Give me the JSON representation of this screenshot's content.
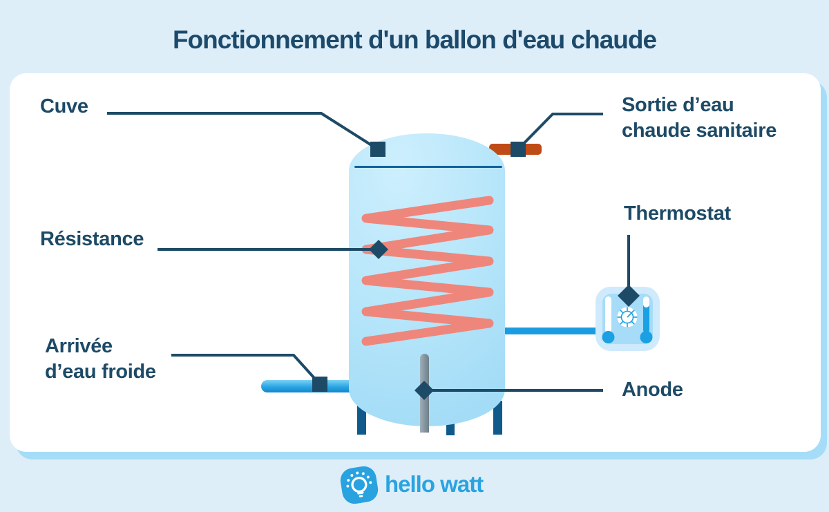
{
  "page": {
    "title": "Fonctionnement d'un ballon d'eau chaude",
    "background_color": "#ddeef9"
  },
  "diagram": {
    "labels": {
      "cuve": "Cuve",
      "sortie": {
        "line1": "Sortie d’eau",
        "line2": "chaude sanitaire"
      },
      "resistance": "Résistance",
      "thermostat": "Thermostat",
      "arrivee": {
        "line1": "Arrivée",
        "line2": "d’eau froide"
      },
      "anode": "Anode"
    },
    "icons": {
      "thermostat": "thermostat-dial-icon",
      "thermometers": "thermometer-icon"
    },
    "colors": {
      "label_text": "#1d4a66",
      "leader_line": "#1d4a66",
      "tank_fill": "#aee2f8",
      "tank_weld_line": "#11629c",
      "coil": "#ef867c",
      "hot_water_pipe": "#bf4b16",
      "cold_water_pipe": "#2aa5e3",
      "thermostat_pipe": "#1b9ce1",
      "thermostat_box": "#cfeafc",
      "anode_rod": "#8196a1",
      "tank_legs": "#0f5a8a"
    }
  },
  "footer": {
    "brand": "hello watt",
    "brand_color": "#29a2e0",
    "logo": "lightbulb-icon"
  }
}
